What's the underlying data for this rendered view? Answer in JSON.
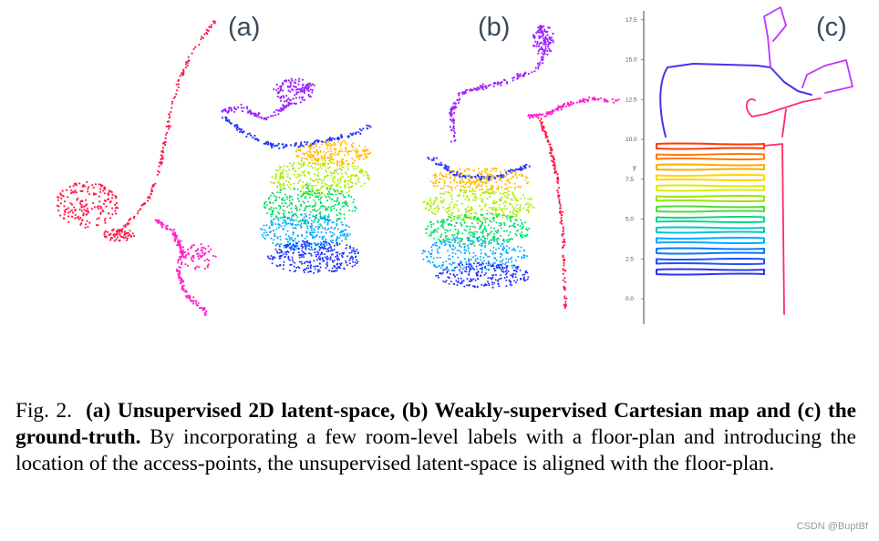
{
  "figure": {
    "panels": [
      {
        "label": "(a)"
      },
      {
        "label": "(b)"
      },
      {
        "label": "(c)"
      }
    ],
    "ground_truth_axis": {
      "y_label": "y",
      "y_ticks": [
        "17.5",
        "15.0",
        "12.5",
        "10.0",
        "7.5",
        "5.0",
        "2.5",
        "0.0"
      ]
    },
    "colors": {
      "hue_scale": [
        "#ff1a4a",
        "#ff22cc",
        "#9b22ff",
        "#2233ff",
        "#00aaff",
        "#00dd66",
        "#aaee00",
        "#ffbb00",
        "#ff5500"
      ]
    }
  },
  "caption": {
    "fig_number": "Fig. 2.",
    "bold_text": "(a) Unsupervised 2D latent-space, (b) Weakly-supervised Cartesian map and (c) the ground-truth.",
    "body_text": "By incorporating a few room-level labels with a floor-plan and introducing the location of the access-points, the unsupervised latent-space is aligned with the floor-plan."
  },
  "watermark": "CSDN @BuptBf"
}
